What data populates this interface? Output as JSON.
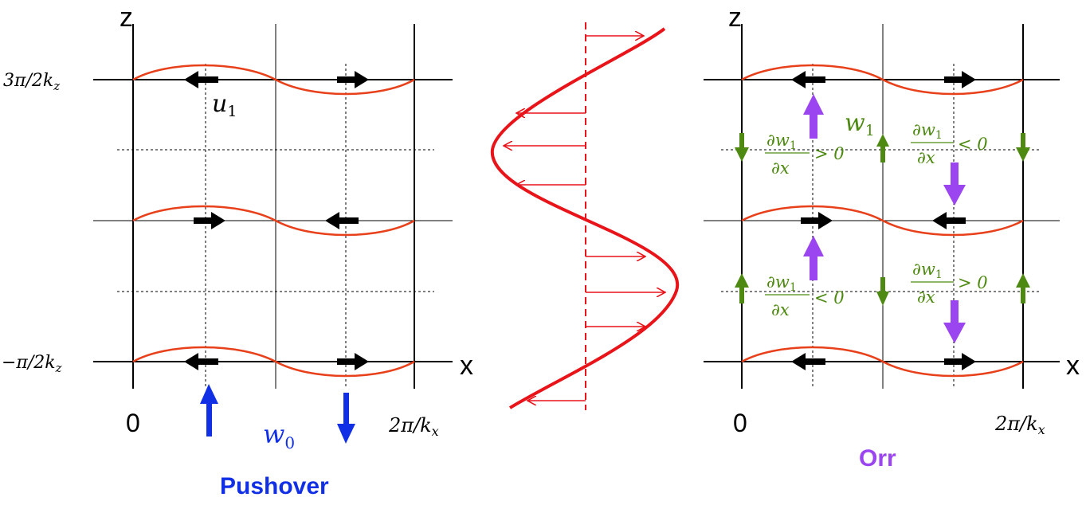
{
  "left_panel": {
    "axis_z": "z",
    "axis_x": "x",
    "tick_top": "3π/2k",
    "tick_top_sub": "z",
    "tick_bottom": "−π/2k",
    "tick_bottom_sub": "z",
    "tick_origin": "0",
    "tick_right": "2π/k",
    "tick_right_sub": "x",
    "label_u": "u",
    "label_u_sub": "1",
    "label_w": "w",
    "label_w_sub": "0",
    "caption": "Pushover"
  },
  "right_panel": {
    "axis_z": "z",
    "axis_x": "x",
    "tick_origin": "0",
    "tick_right": "2π/k",
    "tick_right_sub": "x",
    "label_w": "w",
    "label_w_sub": "1",
    "deriv_num": "∂w",
    "deriv_num_sub": "1",
    "deriv_den": "∂x",
    "ineq_pos": "> 0",
    "ineq_neg": "< 0",
    "caption": "Orr"
  },
  "colors": {
    "wave": "#e8401a",
    "profile": "#e8141a",
    "blue": "#1130e6",
    "purple": "#9b45f0",
    "green": "#4e8a12",
    "black": "#000000"
  }
}
